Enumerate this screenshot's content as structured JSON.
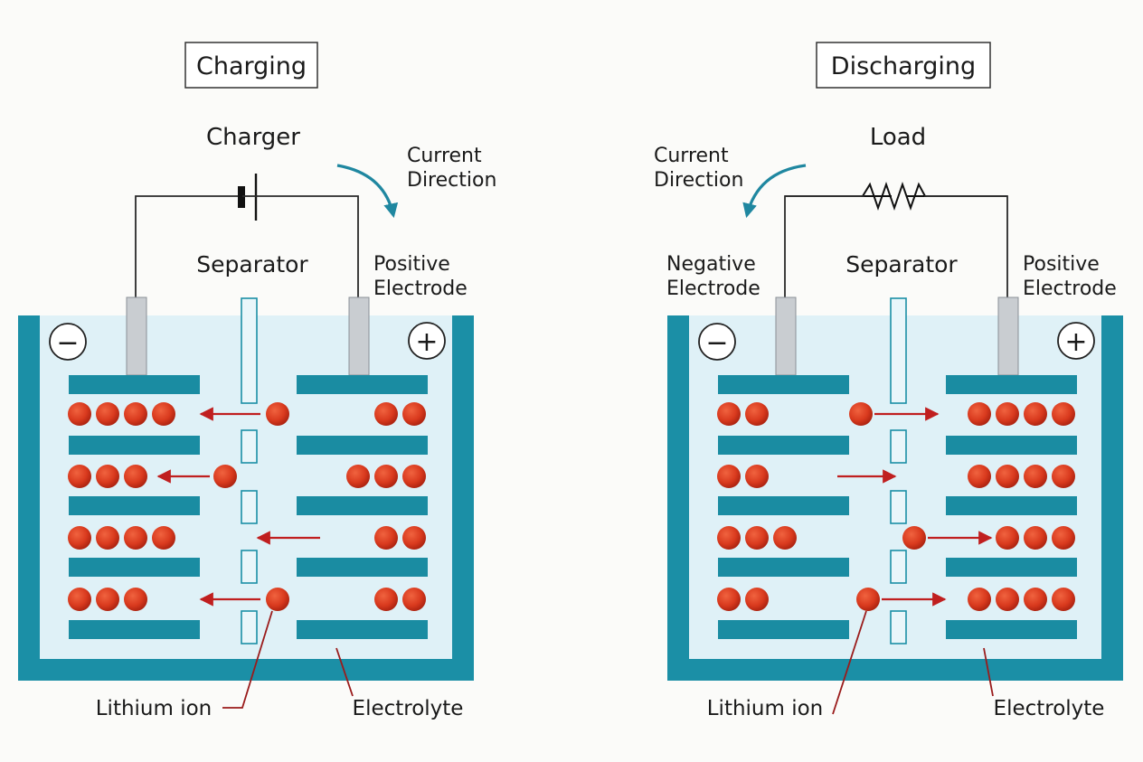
{
  "colors": {
    "container": "#1b8fa6",
    "electrolyte": "#dff1f7",
    "electrode_plate": "#1a8ca2",
    "lithium_ion": "#d93a1e",
    "ion_arrow": "#c01f1f",
    "current_arrow": "#1f87a0",
    "wire": "#2a2a2a",
    "separator_fill": "#e9f6fa",
    "separator_stroke": "#1b8fa6"
  },
  "icons": [
    "minus-terminal-icon",
    "plus-terminal-icon",
    "battery-symbol-icon",
    "resistor-symbol-icon",
    "current-direction-arrow-icon",
    "lithium-ion-dot",
    "ion-flow-arrow"
  ],
  "panels": [
    {
      "id": "charging",
      "title": "Charging",
      "source_label": "Charger",
      "current_label": [
        "Current",
        "Direction"
      ],
      "separator_label": "Separator",
      "negative_label": [],
      "positive_label": [
        "Positive",
        "Electrode"
      ],
      "minus_symbol": "−",
      "plus_symbol": "+",
      "lithium_label": "Lithium ion",
      "electrolyte_label": "Electrolyte",
      "rows": [
        {
          "left_ions": 4,
          "right_ions": 2,
          "mid": "arrow-ion",
          "direction": "left"
        },
        {
          "left_ions": 3,
          "right_ions": 3,
          "mid": "ion-arrow",
          "direction": "left"
        },
        {
          "left_ions": 4,
          "right_ions": 2,
          "mid": "arrow",
          "direction": "left"
        },
        {
          "left_ions": 3,
          "right_ions": 2,
          "mid": "arrow-ion",
          "direction": "left"
        }
      ]
    },
    {
      "id": "discharging",
      "title": "Discharging",
      "source_label": "Load",
      "current_label": [
        "Current",
        "Direction"
      ],
      "separator_label": "Separator",
      "negative_label": [
        "Negative",
        "Electrode"
      ],
      "positive_label": [
        "Positive",
        "Electrode"
      ],
      "minus_symbol": "−",
      "plus_symbol": "+",
      "lithium_label": "Lithium ion",
      "electrolyte_label": "Electrolyte",
      "rows": [
        {
          "left_ions": 2,
          "right_ions": 4,
          "mid": "ion-arrow",
          "direction": "right"
        },
        {
          "left_ions": 2,
          "right_ions": 4,
          "mid": "arrow",
          "direction": "right"
        },
        {
          "left_ions": 3,
          "right_ions": 3,
          "mid": "ion-arrow",
          "direction": "right"
        },
        {
          "left_ions": 2,
          "right_ions": 4,
          "mid": "ion-arrow",
          "direction": "right"
        }
      ]
    }
  ]
}
